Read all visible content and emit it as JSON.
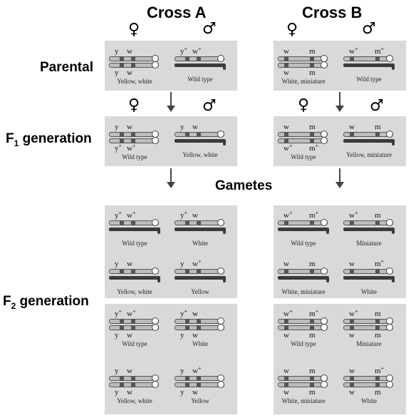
{
  "headers": {
    "cross_a": "Cross A",
    "cross_b": "Cross B"
  },
  "symbols": {
    "female": "♀",
    "male": "♂"
  },
  "rows": {
    "parental": "Parental",
    "f1_main": "F",
    "f1_sub": "1",
    "f1_rest": " generation",
    "gametes": "Gametes",
    "f2_main": "F",
    "f2_sub": "2",
    "f2_rest": " generation"
  },
  "captions": {
    "pa1": "Yellow, white",
    "pa2": "Wild type",
    "pb1": "White, miniature",
    "pb2": "Wild type",
    "fa1": "Wild type",
    "fa2": "Yellow, white",
    "fb1": "Wild type",
    "fb2": "Yellow,  miniature",
    "a1": "Wild type",
    "a2": "White",
    "a3": "Yellow, white",
    "a4": "Yellow",
    "a5": "Wild type",
    "a6": "White",
    "a7": "Yellow, white",
    "a8": "Yellow",
    "b1": "Wild type",
    "b2": "Miniature",
    "b3": "White, miniature",
    "b4": "White",
    "b5": "Wild type",
    "b6": "Miniature",
    "b7": "White, miniature",
    "b8": "White"
  },
  "alleles": {
    "y": "y",
    "w": "w",
    "m": "m",
    "plus": "+"
  }
}
